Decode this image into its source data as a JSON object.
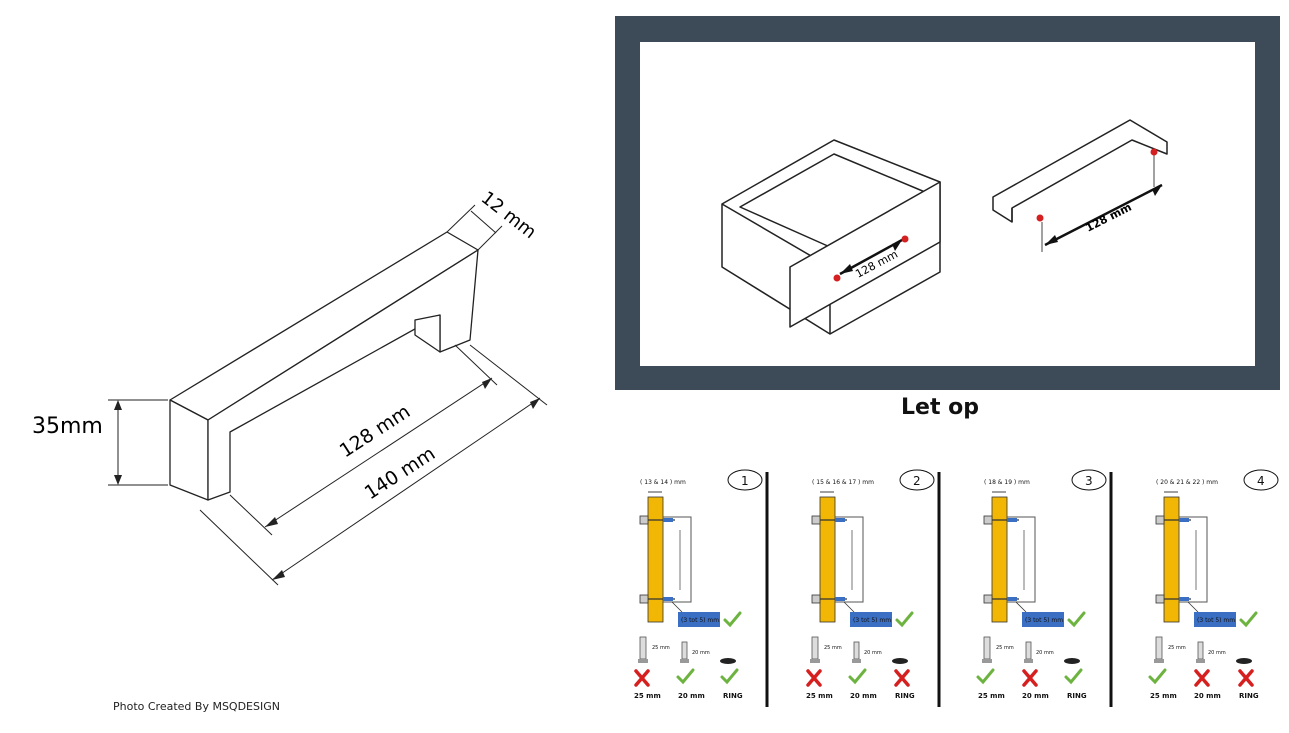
{
  "handle_diagram": {
    "dim_thickness": "12 mm",
    "dim_height": "35mm",
    "dim_hole_spacing": "128 mm",
    "dim_length": "140 mm"
  },
  "credit": "Photo Created By MSQDESIGN",
  "drawer_diagram": {
    "drawer_dim": "128 mm",
    "handle_dim": "128 mm",
    "hole_color": "#d42020"
  },
  "warning_title": "Let op",
  "panels": [
    {
      "number": "1",
      "thickness": "( 13 & 14 )  mm",
      "screw": "(3 tot 5) mm",
      "spacer_label": "25 mm",
      "spacer_small": "20 mm",
      "options": [
        {
          "label": "25 mm",
          "ok": false
        },
        {
          "label": "20 mm",
          "ok": true
        },
        {
          "label": "RING",
          "ok": true
        }
      ]
    },
    {
      "number": "2",
      "thickness": "( 15 & 16 & 17 )  mm",
      "screw": "(3 tot 5) mm",
      "spacer_label": "25 mm",
      "spacer_small": "20 mm",
      "options": [
        {
          "label": "25 mm",
          "ok": false
        },
        {
          "label": "20 mm",
          "ok": true
        },
        {
          "label": "RING",
          "ok": false
        }
      ]
    },
    {
      "number": "3",
      "thickness": "( 18 & 19 )  mm",
      "screw": "(3 tot 5) mm",
      "spacer_label": "25 mm",
      "spacer_small": "20 mm",
      "options": [
        {
          "label": "25 mm",
          "ok": true
        },
        {
          "label": "20 mm",
          "ok": false
        },
        {
          "label": "RING",
          "ok": true
        }
      ]
    },
    {
      "number": "4",
      "thickness": "( 20 & 21 & 22 )  mm",
      "screw": "(3 tot 5) mm",
      "spacer_label": "25 mm",
      "spacer_small": "20 mm",
      "options": [
        {
          "label": "25 mm",
          "ok": true
        },
        {
          "label": "20 mm",
          "ok": false
        },
        {
          "label": "RING",
          "ok": false
        }
      ]
    }
  ],
  "colors": {
    "frame": "#3d4a58",
    "wood": "#f2b705",
    "label_box": "#3b6fc4",
    "check": "#6db33f",
    "cross": "#d62020"
  }
}
